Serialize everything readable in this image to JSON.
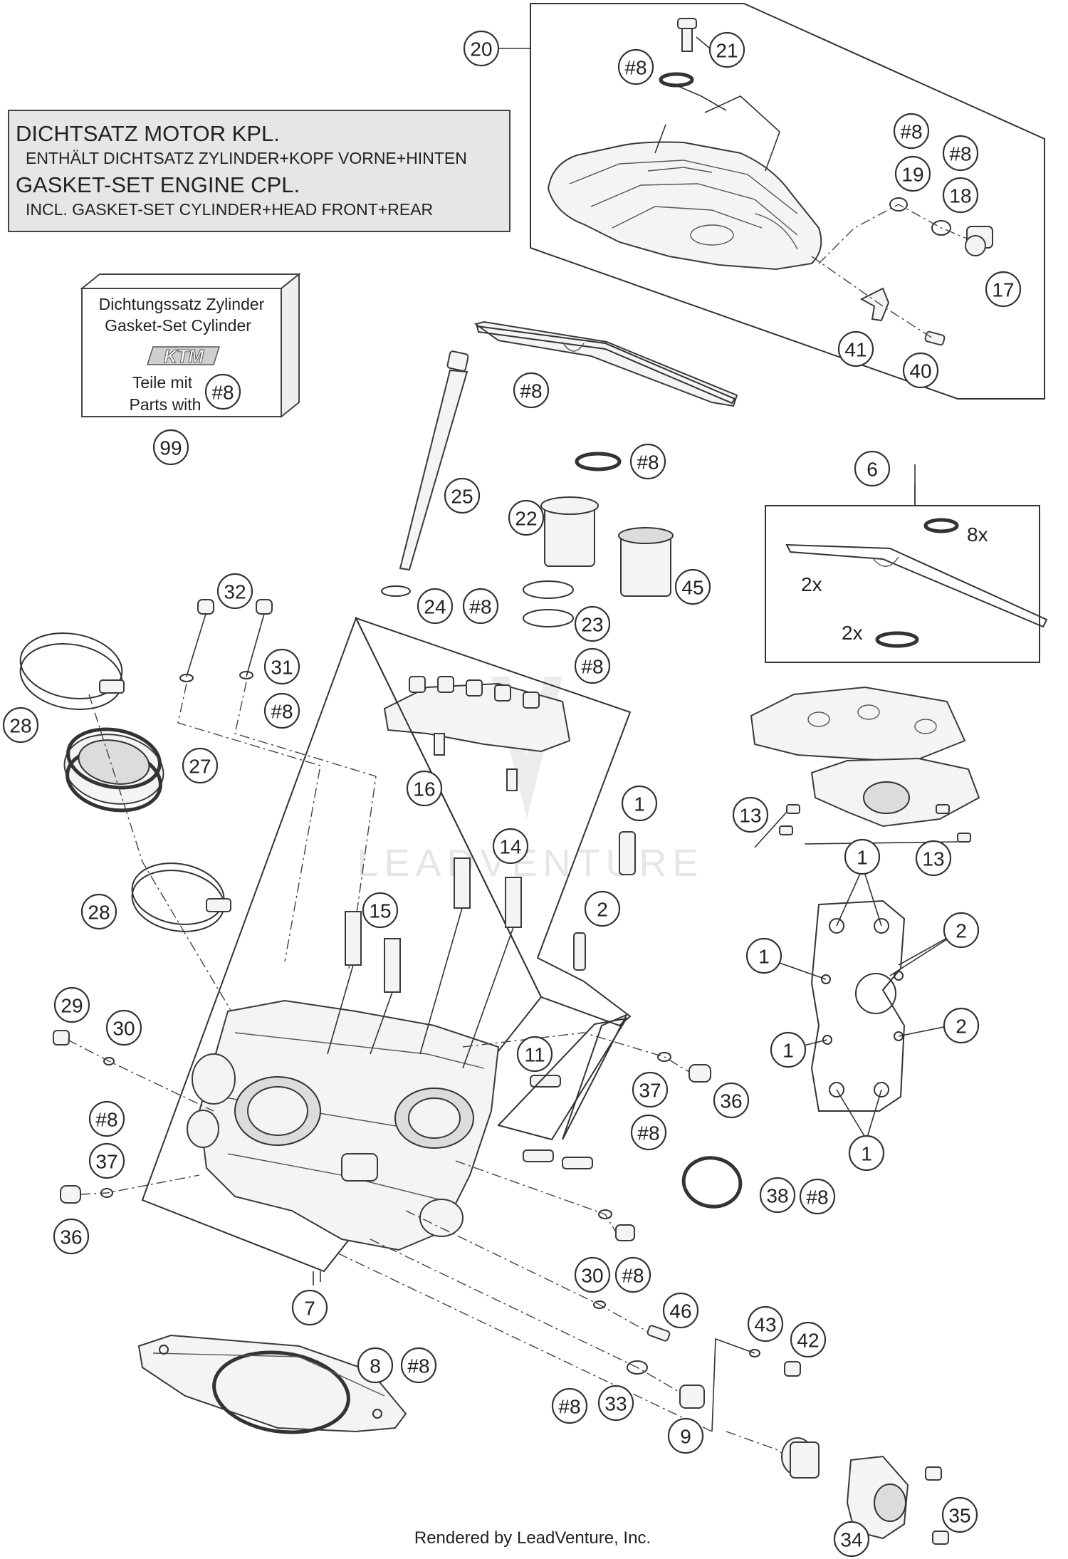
{
  "gasket_set_engine": {
    "line1": "DICHTSATZ MOTOR KPL.",
    "line2": "ENTHÄLT DICHTSATZ ZYLINDER+KOPF VORNE+HINTEN",
    "line3": "GASKET-SET ENGINE CPL.",
    "line4": "INCL. GASKET-SET CYLINDER+HEAD FRONT+REAR"
  },
  "gasket_set_cylinder": {
    "line1": "Dichtungssatz Zylinder",
    "line2": "Gasket-Set Cylinder",
    "brand": "KTM",
    "line3": "Teile mit",
    "line4": "Parts with",
    "tag": "#8"
  },
  "multipliers": {
    "rings": "8x",
    "gasket": "2x",
    "orings": "2x"
  },
  "watermark": "LEADVENTURE",
  "footer": "Rendered by LeadVenture, Inc.",
  "callouts": [
    "20",
    "21",
    "#8",
    "#8",
    "19",
    "#8",
    "18",
    "17",
    "41",
    "40",
    "#8",
    "99",
    "#8",
    "#8",
    "6",
    "25",
    "22",
    "45",
    "24",
    "#8",
    "23",
    "#8",
    "32",
    "31",
    "#8",
    "28",
    "27",
    "16",
    "13",
    "13",
    "1",
    "14",
    "2",
    "28",
    "15",
    "1",
    "1",
    "2",
    "2",
    "1",
    "1",
    "29",
    "30",
    "11",
    "37",
    "36",
    "#8",
    "#8",
    "37",
    "38",
    "#8",
    "36",
    "30",
    "#8",
    "7",
    "46",
    "43",
    "42",
    "8",
    "#8",
    "#8",
    "33",
    "9",
    "35",
    "34"
  ]
}
